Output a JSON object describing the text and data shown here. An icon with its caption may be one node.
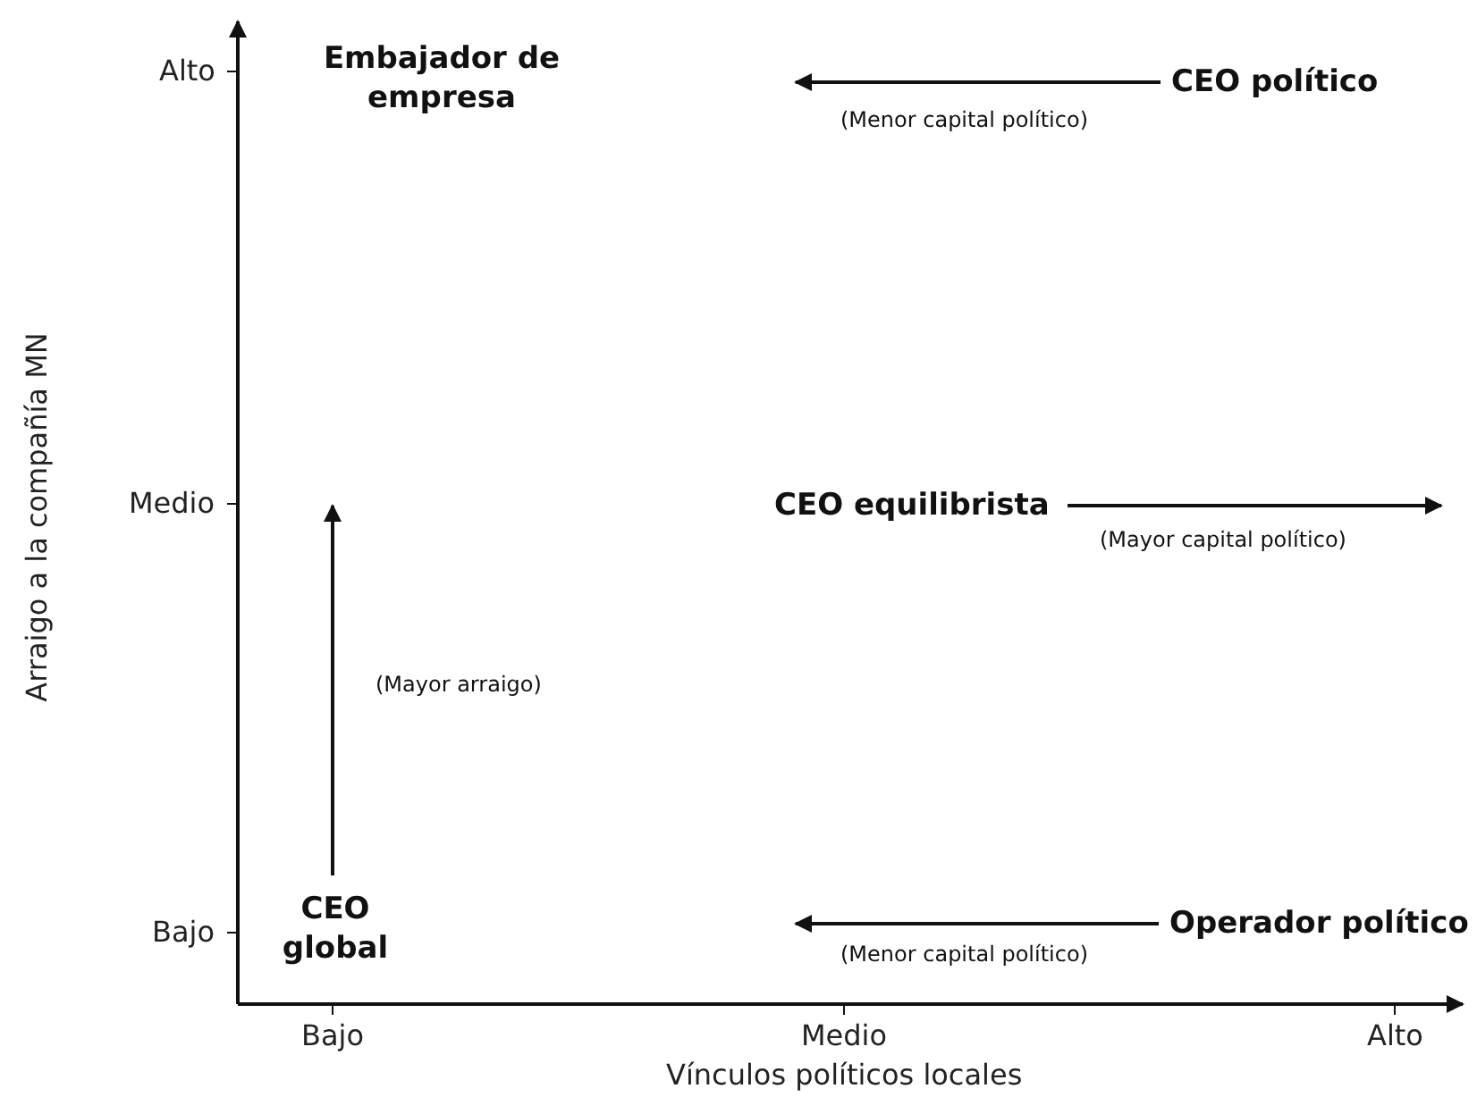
{
  "diagram": {
    "nodes": [
      {
        "text": [
          "Embajador de empresa"
        ]
      },
      {
        "text": [
          "CEO político"
        ]
      },
      {
        "text": [
          "CEO equilibrista"
        ]
      },
      {
        "text": [
          "CEO global"
        ]
      },
      {
        "text": [
          "Operador político"
        ]
      }
    ],
    "edges": [
      {
        "from": 1,
        "to": null,
        "arrow": "to",
        "label": "(Menor capital político)"
      },
      {
        "from": 2,
        "to": null,
        "arrow": "to",
        "label": "(Mayor capital político)"
      },
      {
        "from": 3,
        "to": null,
        "arrow": "to",
        "label": "(Mayor arraigo)"
      },
      {
        "from": 4,
        "to": null,
        "arrow": "to",
        "label": "(Menor capital político)"
      }
    ],
    "labels": [
      "Alto",
      "Medio",
      "Bajo",
      "Bajo",
      "Medio",
      "Alto",
      "Vínculos políticos locales",
      "Arraigo a la compañía MN"
    ]
  }
}
